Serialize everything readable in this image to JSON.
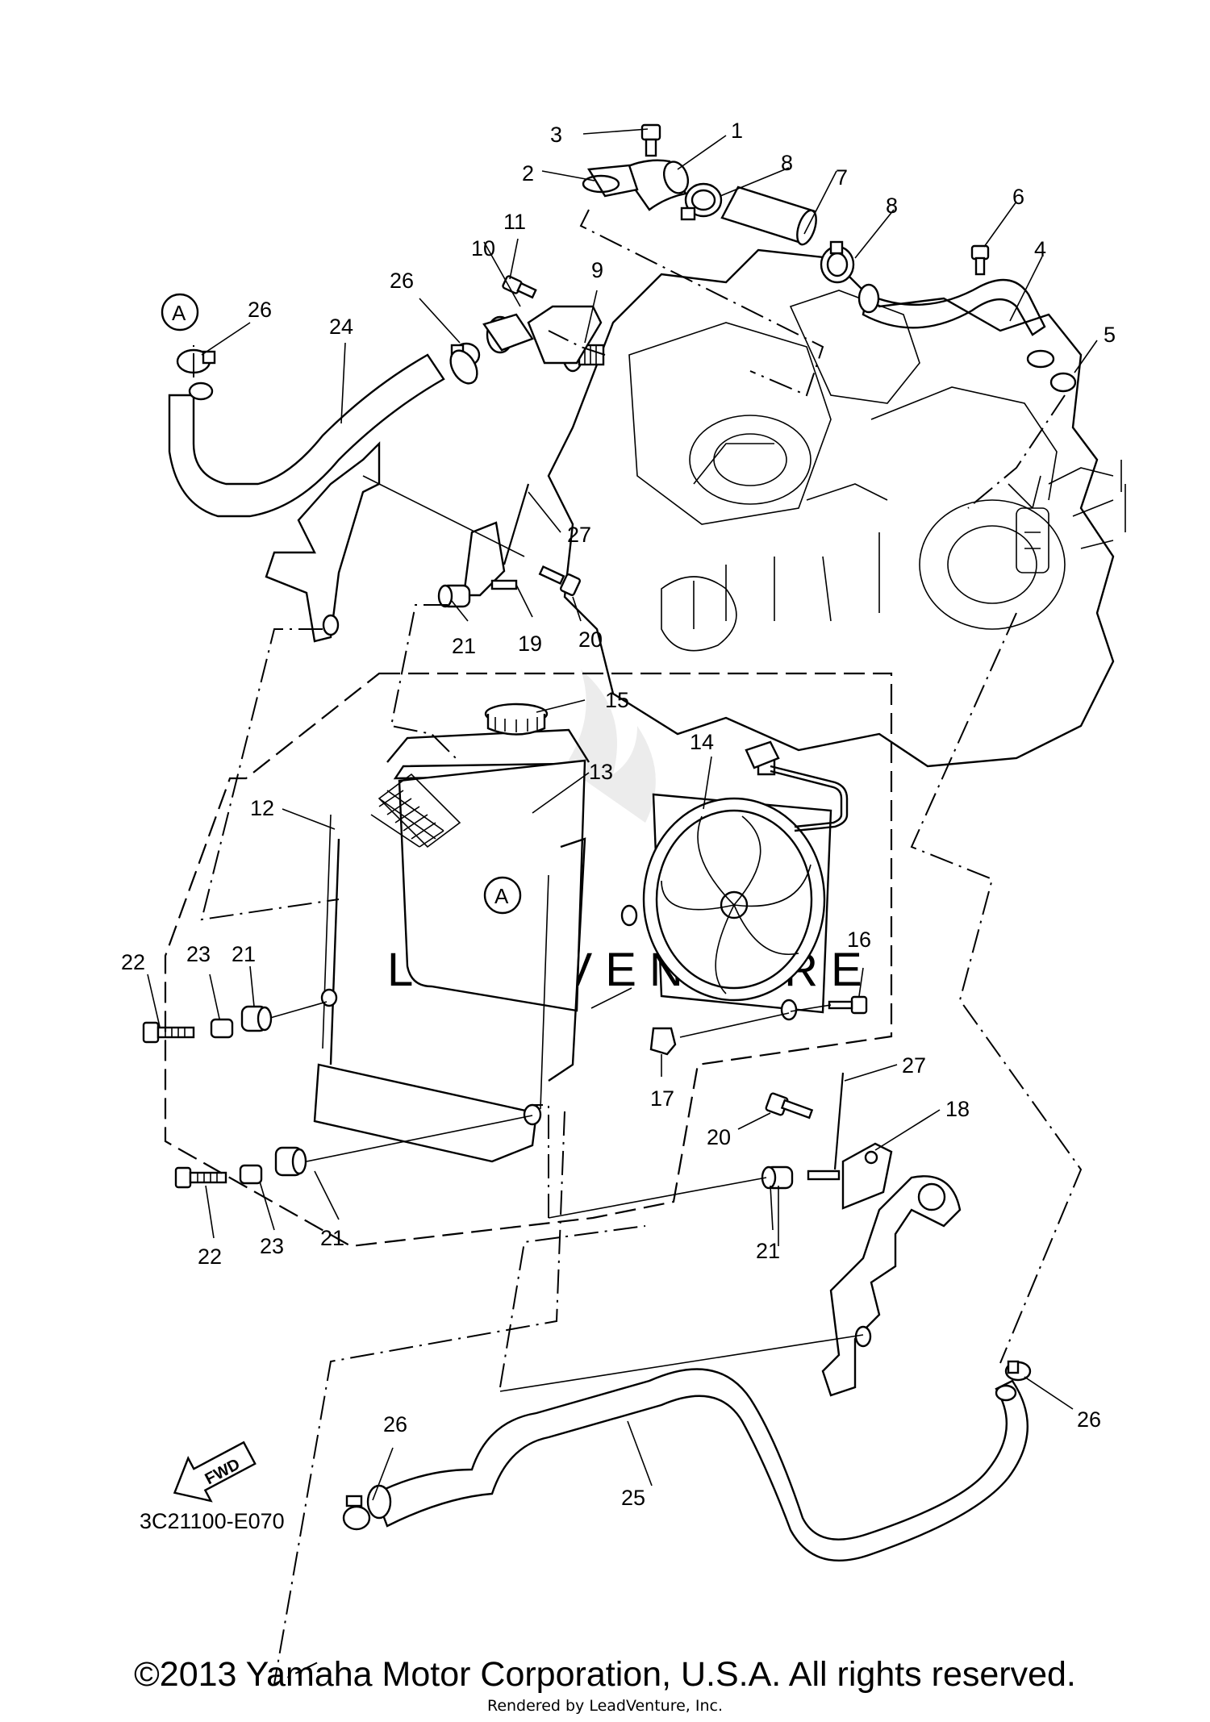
{
  "diagram": {
    "code": "3C21100-E070",
    "fwd_label": "FWD",
    "ref_marker": "A",
    "callouts": {
      "c1": "1",
      "c2": "2",
      "c3": "3",
      "c4": "4",
      "c5": "5",
      "c6": "6",
      "c7": "7",
      "c8a": "8",
      "c8b": "8",
      "c9": "9",
      "c10": "10",
      "c11": "11",
      "c12": "12",
      "c13": "13",
      "c14": "14",
      "c15": "15",
      "c16": "16",
      "c17": "17",
      "c18": "18",
      "c19": "19",
      "c20a": "20",
      "c20b": "20",
      "c21a": "21",
      "c21b": "21",
      "c21c": "21",
      "c21d": "21",
      "c22a": "22",
      "c22b": "22",
      "c23a": "23",
      "c23b": "23",
      "c24": "24",
      "c25": "25",
      "c26a": "26",
      "c26b": "26",
      "c26c": "26",
      "c26d": "26",
      "c27a": "27",
      "c27b": "27"
    }
  },
  "watermark": "LEADVENTURE",
  "footer": {
    "copyright": "©2013 Yamaha Motor Corporation, U.S.A. All rights reserved.",
    "rendered_by": "Rendered by LeadVenture, Inc."
  }
}
